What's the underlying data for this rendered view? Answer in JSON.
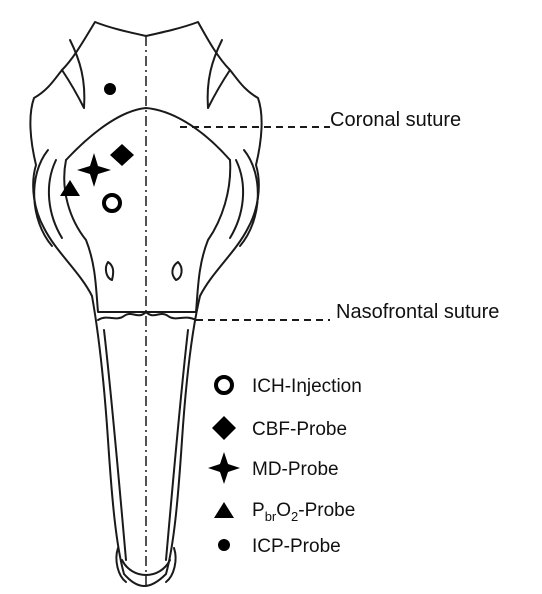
{
  "annotations": {
    "coronal": "Coronal suture",
    "nasofrontal": "Nasofrontal suture"
  },
  "legend": {
    "ich": "ICH-Injection",
    "cbf": "CBF-Probe",
    "md": "MD-Probe",
    "pbro2": {
      "p": "P",
      "sub1": "br",
      "o": "O",
      "sub2": "2",
      "suffix": "-Probe"
    },
    "icp": "ICP-Probe"
  },
  "colors": {
    "line": "#1a1a1a",
    "marker": "#000000",
    "background": "#ffffff"
  }
}
